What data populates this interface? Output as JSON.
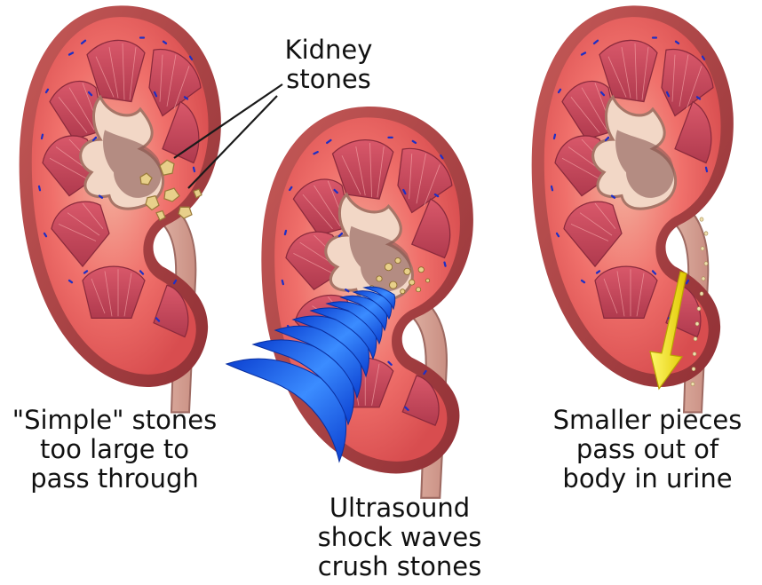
{
  "labels": {
    "kidney_stones": [
      "Kidney",
      "stones"
    ]
  },
  "captions": {
    "left": [
      "\"Simple\" stones",
      "too large to",
      "pass through"
    ],
    "middle": [
      "Ultrasound",
      "shock waves",
      "crush stones"
    ],
    "right": [
      "Smaller pieces",
      "pass out of",
      "body in urine"
    ]
  },
  "colors": {
    "capsule": "#b94a4a",
    "cortex": "#f06a68",
    "pyramid": "#c9475a",
    "pelvis": "#dba89a",
    "stone": "#e8d08a",
    "shock_wave": "#2a6cf0",
    "arrow": "#f2e600"
  }
}
